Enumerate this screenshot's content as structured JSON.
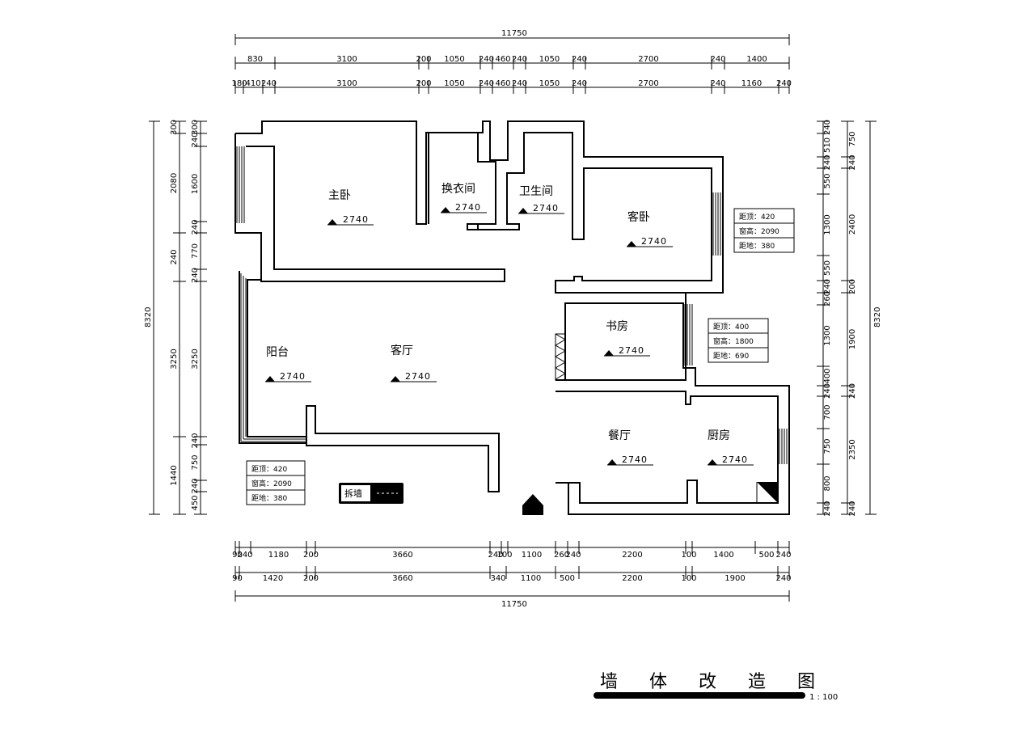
{
  "drawing": {
    "title": "墙 体 改 造 图",
    "scale": "1 : 100",
    "overall_width": "11750",
    "overall_height": "8320"
  },
  "top_dims": {
    "row1": [
      "830",
      "3100",
      "200",
      "1050",
      "240",
      "460",
      "240",
      "1050",
      "240",
      "2700",
      "240",
      "1400"
    ],
    "row2": [
      "180",
      "410",
      "240",
      "3100",
      "200",
      "1050",
      "240",
      "460",
      "240",
      "1050",
      "240",
      "2700",
      "240",
      "1160",
      "240"
    ]
  },
  "bottom_dims": {
    "row1": [
      "90",
      "240",
      "1180",
      "200",
      "3660",
      "240",
      "100",
      "1100",
      "260",
      "240",
      "2200",
      "100",
      "1400",
      "500",
      "240"
    ],
    "row2": [
      "90",
      "1420",
      "200",
      "3660",
      "340",
      "1100",
      "500",
      "2200",
      "100",
      "1900",
      "240"
    ]
  },
  "left_dims": {
    "col1": [
      "300",
      "2080",
      "240",
      "3250",
      "1440"
    ],
    "col2": [
      "300",
      "240",
      "1600",
      "240",
      "770",
      "240",
      "3250",
      "240",
      "750",
      "240",
      "450"
    ]
  },
  "right_dims": {
    "col1": [
      "240",
      "510",
      "240",
      "550",
      "1300",
      "550",
      "240",
      "260",
      "1300",
      "400",
      "240",
      "700",
      "750",
      "800",
      "240"
    ],
    "col2": [
      "750",
      "240",
      "2400",
      "200",
      "1900",
      "240",
      "2350",
      "240"
    ]
  },
  "rooms": [
    {
      "name": "主卧",
      "elevation": "2740"
    },
    {
      "name": "换衣间",
      "elevation": "2740"
    },
    {
      "name": "卫生间",
      "elevation": "2740"
    },
    {
      "name": "客卧",
      "elevation": "2740"
    },
    {
      "name": "书房",
      "elevation": "2740"
    },
    {
      "name": "阳台",
      "elevation": "2740"
    },
    {
      "name": "客厅",
      "elevation": "2740"
    },
    {
      "name": "餐厅",
      "elevation": "2740"
    },
    {
      "name": "厨房",
      "elevation": "2740"
    }
  ],
  "window_notes": [
    {
      "top": "距顶：420",
      "height": "窗高：2090",
      "floor": "距地：380"
    },
    {
      "top": "距顶：400",
      "height": "窗高：1800",
      "floor": "距地：690"
    },
    {
      "top": "距顶：420",
      "height": "窗高：2090",
      "floor": "距地：380"
    }
  ],
  "legend": {
    "label": "拆墙"
  },
  "colors": {
    "ink": "#000000",
    "paper": "#ffffff"
  }
}
